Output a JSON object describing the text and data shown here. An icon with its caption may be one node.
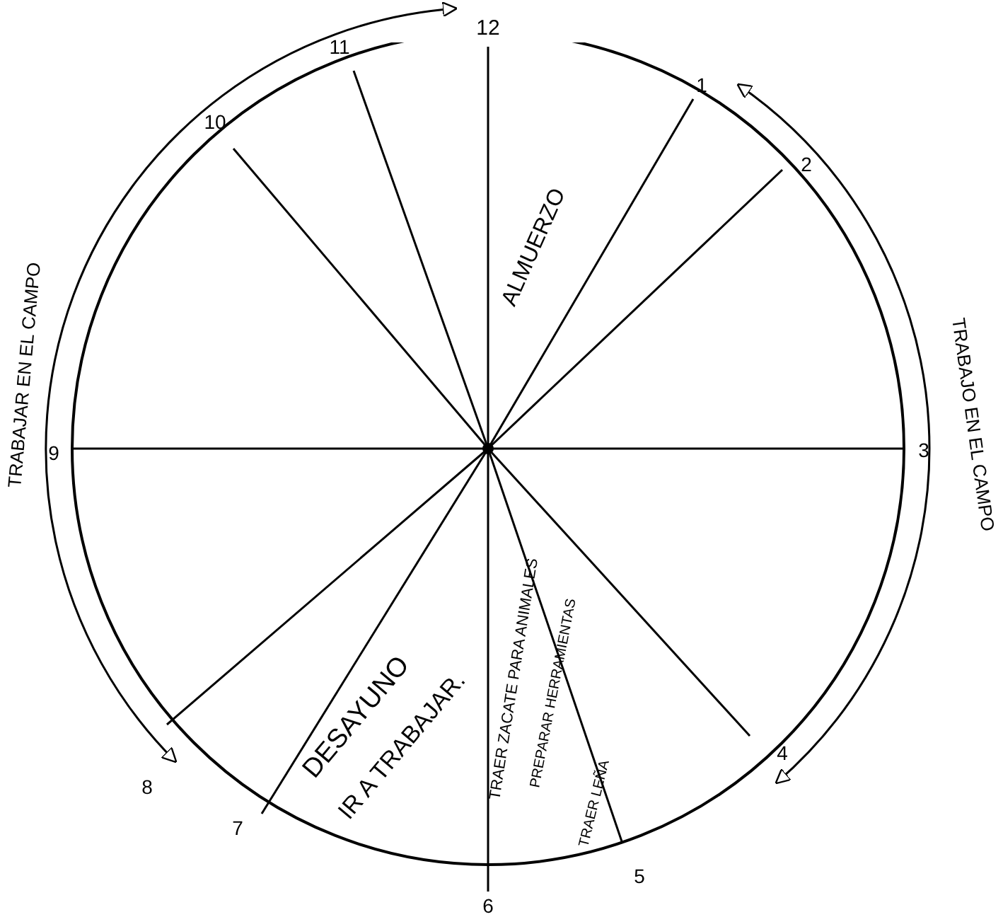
{
  "diagram": {
    "nodes": [
      {
        "text": [],
        "shape": "circle"
      }
    ],
    "edges": [],
    "labels": [
      "12",
      "11",
      "1",
      "10",
      "2",
      "ALMUERZO",
      "TRABAJAR EN EL CAMPO",
      "TRABAJO EN EL CAMPO",
      "9",
      "3",
      "DESAYUNO",
      "IR A TRABAJAR.",
      "TRAER ZACATE PARA ANIMALES",
      "PREPARAR HERRAMIENTAS",
      "TRAER LEÑA",
      "8",
      "4",
      "7",
      "5",
      "6"
    ]
  }
}
